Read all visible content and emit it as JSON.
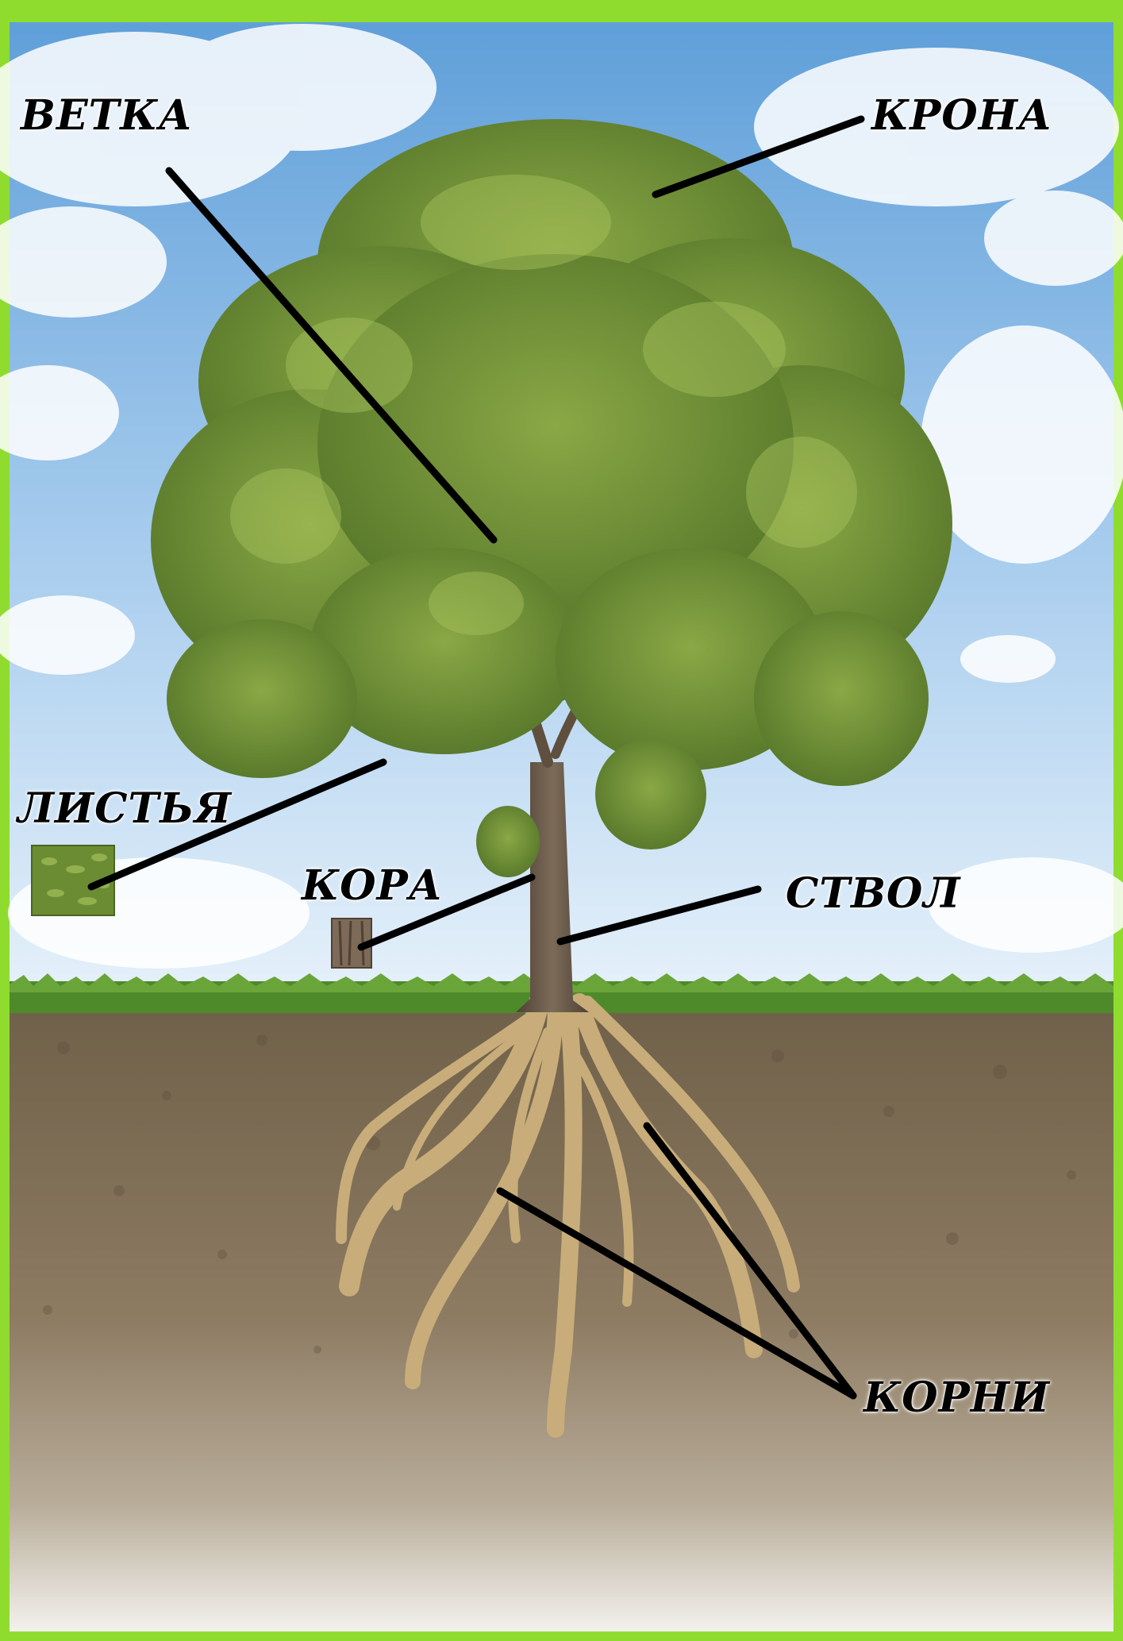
{
  "labels": {
    "branch": "ВЕТКА",
    "crown": "КРОНА",
    "leaves": "ЛИСТЬЯ",
    "bark": "КОРА",
    "trunk": "СТВОЛ",
    "roots": "КОРНИ"
  },
  "colors": {
    "frame": "#8fdc2e",
    "sky_top": "#5f9fd9",
    "sky_bottom": "#e6f1fa",
    "foliage": "#6f8f35",
    "grass": "#4f8a2a",
    "soil": "#8d7b62",
    "root": "#c8ad7a",
    "trunk": "#6b5a49",
    "leader_line": "#000000"
  }
}
